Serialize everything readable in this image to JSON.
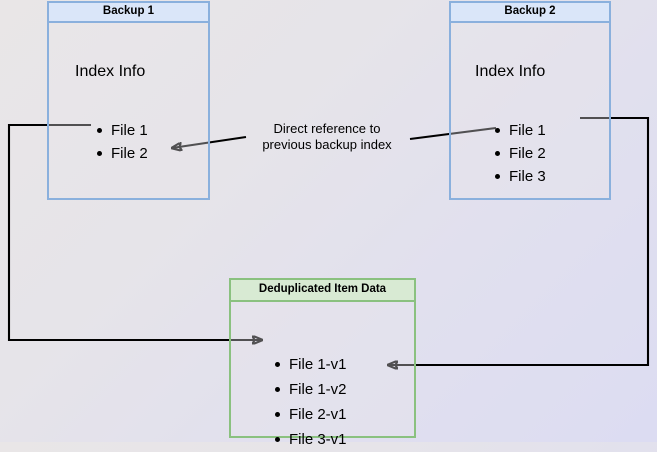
{
  "diagram": {
    "title": "Backup deduplication reference diagram",
    "background": {
      "from": "#e9e6e7",
      "to": "#dcdcf2"
    },
    "caption": {
      "line1": "Direct reference to",
      "line2": "previous backup index"
    },
    "nodes": [
      {
        "id": "backup1",
        "header": "Backup 1",
        "subtitle": "Index Info",
        "accent": "#8ab0dd",
        "header_fill": "#dae6f9",
        "items": [
          "File 1",
          "File 2"
        ]
      },
      {
        "id": "backup2",
        "header": "Backup 2",
        "subtitle": "Index Info",
        "accent": "#8ab0dd",
        "header_fill": "#dae6f9",
        "items": [
          "File 1",
          "File 2",
          "File 3"
        ]
      },
      {
        "id": "dedup",
        "header": "Deduplicated Item Data",
        "accent": "#8ac17f",
        "header_fill": "#d8ead3",
        "items": [
          "File 1-v1",
          "File 1-v2",
          "File 2-v1",
          "File 3-v1"
        ]
      }
    ],
    "edges": [
      {
        "name": "backup1-file1-to-dedup-file1v1",
        "from": "Backup 1 / File 1",
        "to": "Deduplicated Item Data / File 1-v1",
        "arrow": "end"
      },
      {
        "name": "backup2-file2-to-backup1-file2",
        "from": "Backup 2 / File 2",
        "to": "Backup 1 / File 2",
        "arrow": "end",
        "label": "Direct reference to previous backup index"
      },
      {
        "name": "backup2-file1-to-dedup-file1v2",
        "from": "Backup 2 / File 1",
        "to": "Deduplicated Item Data / File 1-v2",
        "arrow": "end"
      }
    ]
  }
}
